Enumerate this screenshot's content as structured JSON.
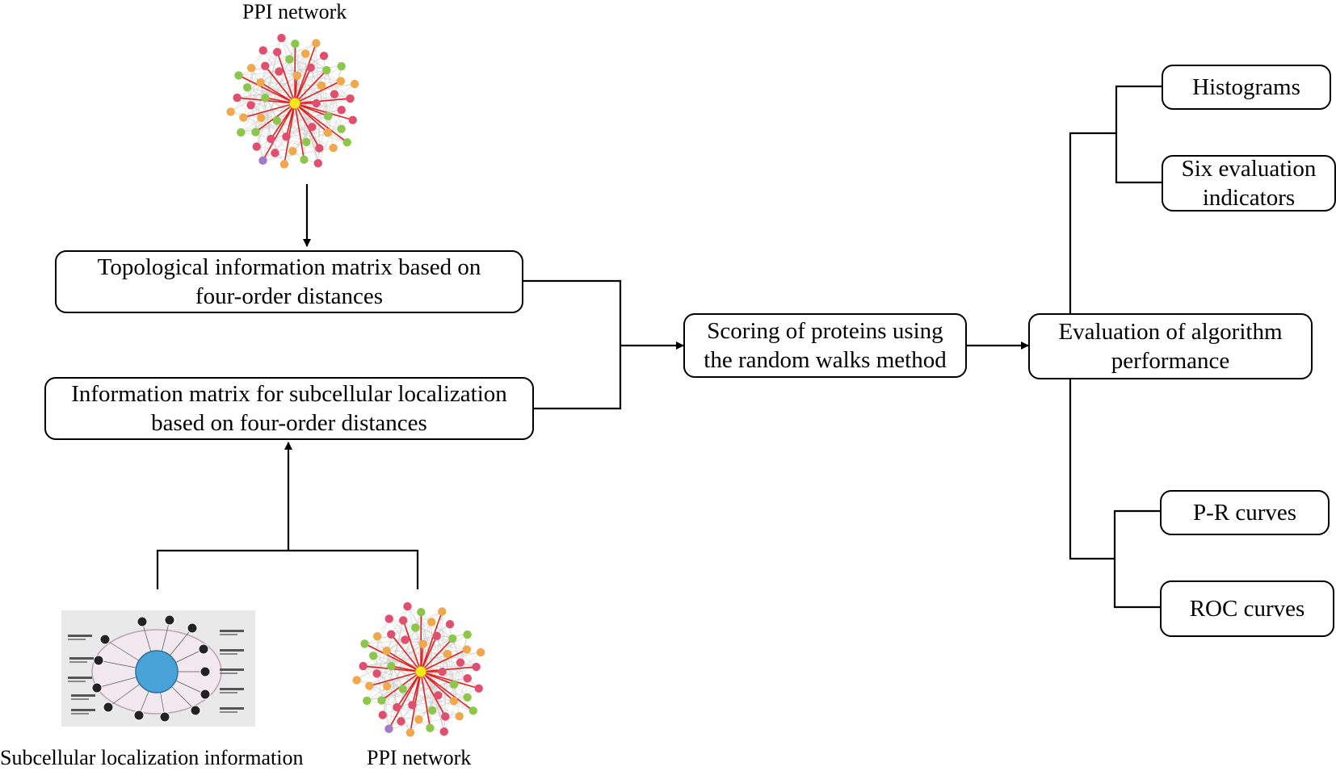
{
  "captions": {
    "top_network": "PPI network",
    "bottom_network": "PPI network",
    "subcellular": "Subcellular localization information"
  },
  "boxes": {
    "topological": {
      "line1": "Topological information matrix based on",
      "line2": "four-order distances"
    },
    "subcellular_matrix": {
      "line1": "Information matrix for subcellular localization",
      "line2": "based on four-order distances"
    },
    "scoring": {
      "line1": "Scoring of proteins using",
      "line2": "the random walks method"
    },
    "evaluation": {
      "line1": "Evaluation of algorithm",
      "line2": "performance"
    },
    "histograms": {
      "line1": "Histograms"
    },
    "six_indicators": {
      "line1": "Six evaluation",
      "line2": "indicators"
    },
    "pr_curves": {
      "line1": "P-R curves"
    },
    "roc_curves": {
      "line1": "ROC curves"
    }
  },
  "colors": {
    "node_red": "#e0506e",
    "node_green": "#8cc64a",
    "node_orange": "#f0a84a",
    "node_purple": "#a07cc8",
    "hub_yellow": "#f4e81c",
    "spoke_red": "#e02020",
    "edge_gray": "#c8c8c8",
    "nucleus_blue": "#4aa3d8"
  }
}
